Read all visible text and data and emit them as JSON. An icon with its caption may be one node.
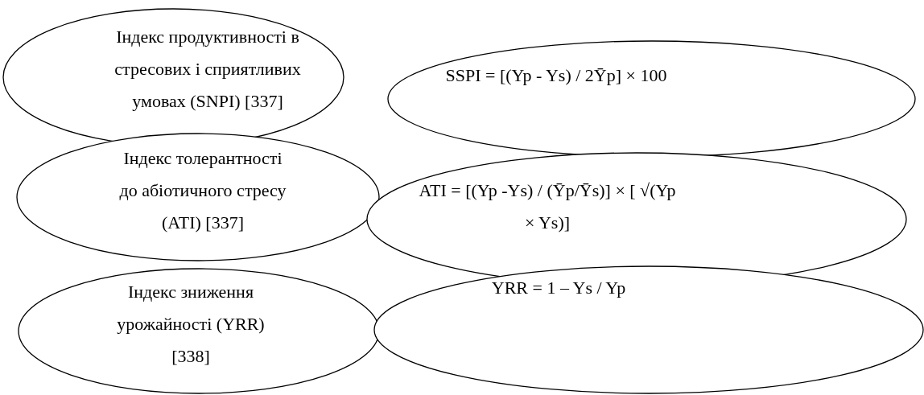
{
  "diagram": {
    "nodes": [
      {
        "text": [
          "Індекс продуктивності в стресових і сприятливих умовах (SNPI) [337]"
        ]
      },
      {
        "text": [
          "SSPI = [(Yp - Ys) / 2Ȳp] × 100"
        ]
      },
      {
        "text": [
          "Індекс толерантності до абіотичного стресу (ATI) [337]"
        ]
      },
      {
        "text": [
          "ATI = [(Yp -Ys) / (Ȳp/Ȳs)] × [ √(Yp × Ys)]"
        ]
      },
      {
        "text": [
          "Індекс зниження урожайності (YRR) [338]"
        ]
      },
      {
        "text": [
          "YRR = 1 – Ys / Yp"
        ]
      }
    ],
    "edges": []
  }
}
